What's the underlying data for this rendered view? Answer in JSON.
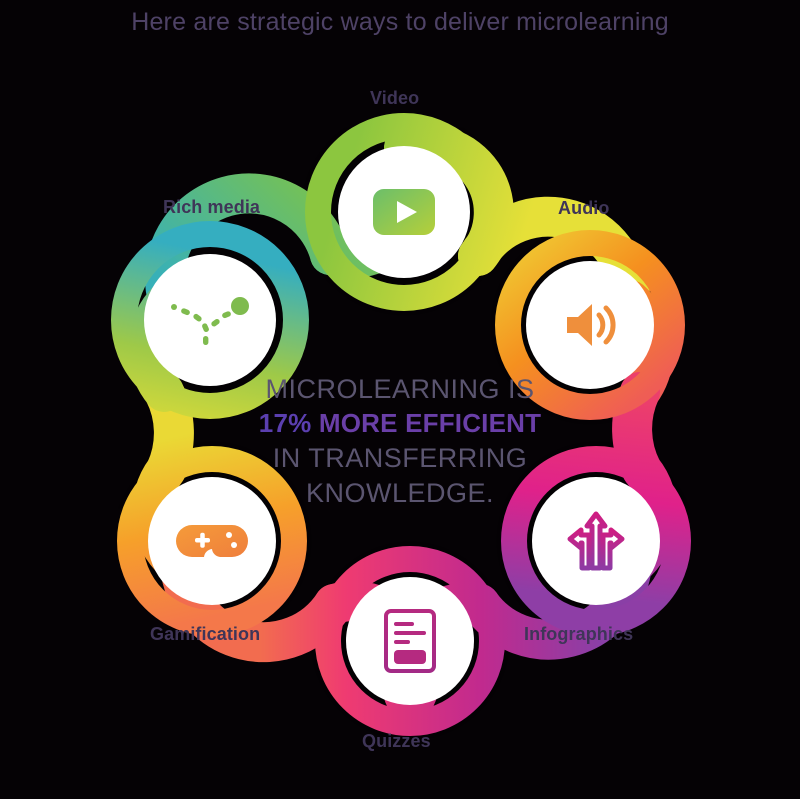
{
  "title": "Here are strategic ways to deliver microlearning",
  "center_statement": {
    "line1": "MICROLEARNING IS",
    "line2_number": "17%",
    "line2_rest": " MORE EFFICIENT",
    "line3": "IN TRANSFERRING",
    "line4": "KNOWLEDGE."
  },
  "nodes": [
    {
      "id": "video",
      "label": "Video",
      "icon": "video-play-icon",
      "icon_color": "#7cc04a"
    },
    {
      "id": "audio",
      "label": "Audio",
      "icon": "speaker-icon",
      "icon_color": "#ef8f3c"
    },
    {
      "id": "infographics",
      "label": "Infographics",
      "icon": "three-arrows-icon",
      "icon_color": "#c4197d"
    },
    {
      "id": "quizzes",
      "label": "Quizzes",
      "icon": "document-form-icon",
      "icon_color": "#b62a7e"
    },
    {
      "id": "gamification",
      "label": "Gamification",
      "icon": "gamepad-icon",
      "icon_color": "#ef8f3c"
    },
    {
      "id": "richmedia",
      "label": "Rich media",
      "icon": "dotted-path-icon",
      "icon_color": "#7fbb4e"
    }
  ],
  "colors": {
    "background": "#050205",
    "title_text": "#4e4266",
    "label_text": "#3f3558",
    "statement_text": "#5b5570",
    "statement_emphasis": "#6a3fa8",
    "gradient_teal": "#28a9c8",
    "gradient_green": "#8dc63f",
    "gradient_yellow": "#eae33a",
    "gradient_orange": "#f6921e",
    "gradient_red": "#ed4b53",
    "gradient_magenta": "#e0218a",
    "gradient_purple": "#8a3fa0"
  }
}
